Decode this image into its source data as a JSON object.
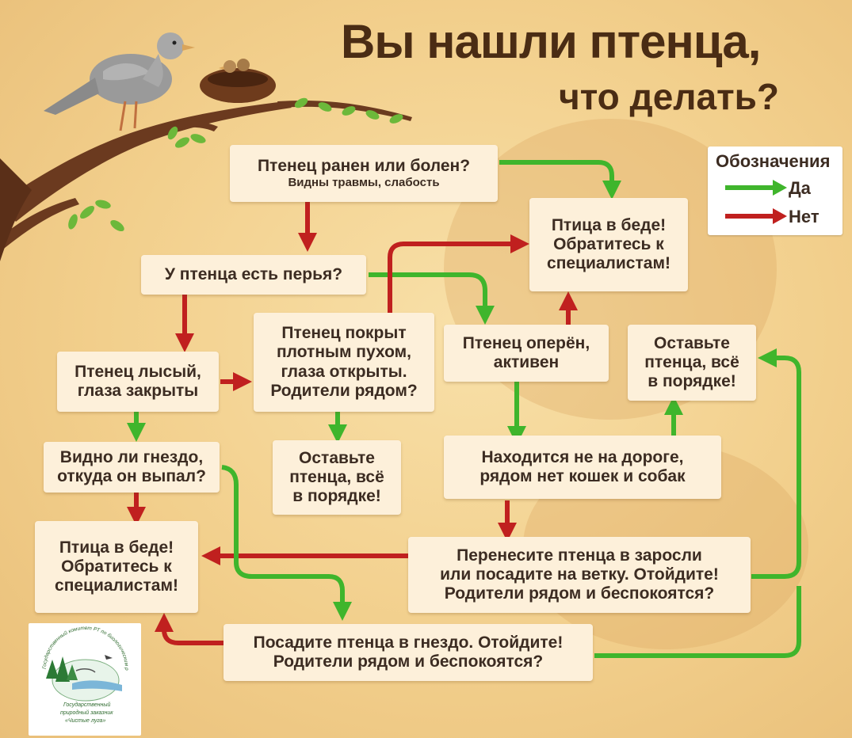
{
  "title": {
    "line1": "Вы нашли птенца,",
    "line2": "что делать?"
  },
  "legend": {
    "title": "Обозначения",
    "yes": "Да",
    "no": "Нет"
  },
  "nodes": {
    "injured": {
      "line1": "Птенец ранен или болен?",
      "sub": "Видны травмы, слабость"
    },
    "feathers": {
      "line1": "У птенца есть перья?"
    },
    "bald": {
      "line1": "Птенец лысый,",
      "line2": "глаза закрыты"
    },
    "down": {
      "line1": "Птенец покрыт",
      "line2": "плотным пухом,",
      "line3": "глаза открыты.",
      "line4": "Родители рядом?"
    },
    "fledged": {
      "line1": "Птенец оперён,",
      "line2": "активен"
    },
    "trouble_top": {
      "line1": "Птица в беде!",
      "line2": "Обратитесь к",
      "line3": "специалистам!"
    },
    "leave_right": {
      "line1": "Оставьте",
      "line2": "птенца, всё",
      "line3": "в порядке!"
    },
    "nest_visible": {
      "line1": "Видно ли гнездо,",
      "line2": "откуда он выпал?"
    },
    "leave_mid": {
      "line1": "Оставьте",
      "line2": "птенца, всё",
      "line3": "в порядке!"
    },
    "not_road": {
      "line1": "Находится не на дороге,",
      "line2": "рядом нет кошек и собак"
    },
    "trouble_left": {
      "line1": "Птица в беде!",
      "line2": "Обратитесь к",
      "line3": "специалистам!"
    },
    "move": {
      "line1": "Перенесите птенца в заросли",
      "line2": "или посадите на ветку. Отойдите!",
      "line3": "Родители рядом и беспокоятся?"
    },
    "put_nest": {
      "line1": "Посадите птенца в гнездо. Отойдите!",
      "line2": "Родители рядом и беспокоятся?"
    }
  },
  "logo": {
    "top_text": "Государственный комитет РТ по биологическим ресурсам",
    "bottom_line1": "Государственный",
    "bottom_line2": "природный заказник",
    "bottom_line3": "«Чистые луга»"
  },
  "colors": {
    "yes": "#3fb52c",
    "no": "#c0201f",
    "title": "#4a2c14",
    "box": "#fdf0da",
    "text": "#3c2c22"
  },
  "icons": [
    "pigeon-icon",
    "nest-icon",
    "branch-icon",
    "logo-emblem-icon"
  ]
}
